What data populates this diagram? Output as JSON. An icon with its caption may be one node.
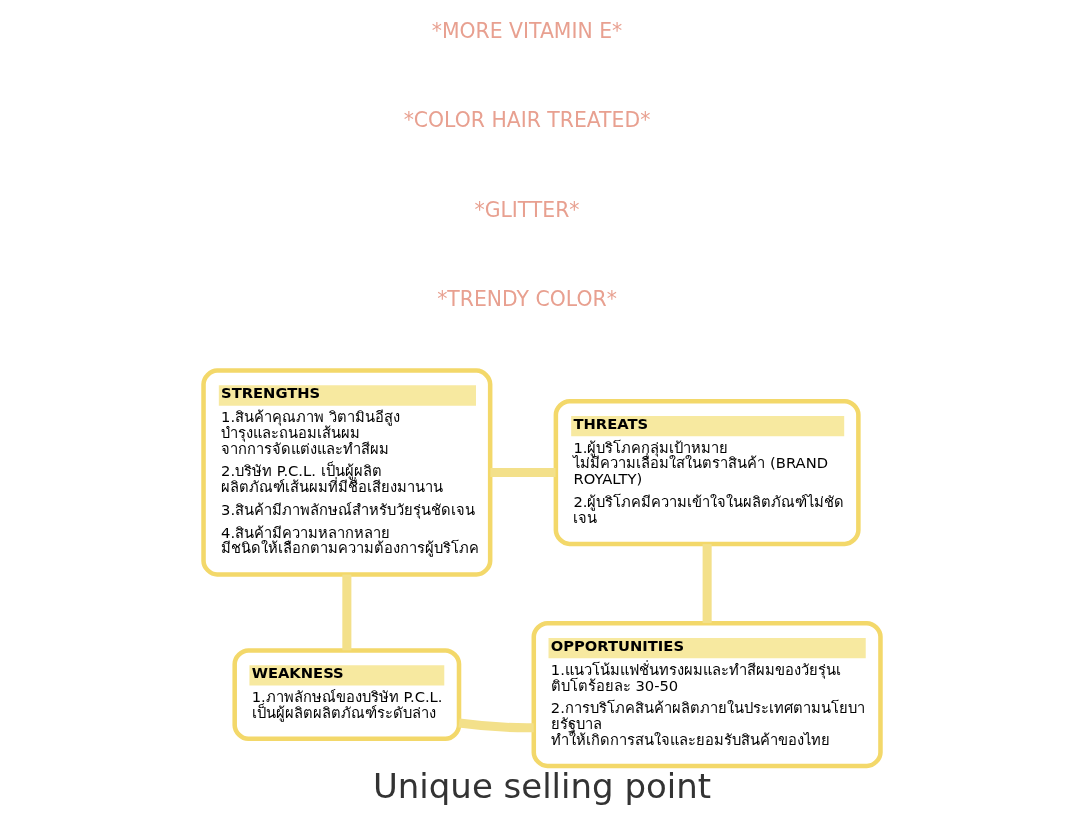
{
  "diagram": {
    "title": "Unique selling point",
    "nodes": [
      {
        "text": [
          "STRENGTHS",
          "1.สินค้าคุณภาพ วิตามินอีสูง บำรุงและถนอมเส้นผม จากการจัดแต่งและทำสีผม",
          "2.บริษัท P.C.L. เป็นผู้ผลิต ผลิตภัณฑ์เส้นผมที่มีชื่อเสียงมานาน",
          "3.สินค้ามีภาพลักษณ์สำหรับวัยรุ่นชัดเจน",
          "4.สินค้ามีความหลากหลาย มีชนิดให้เลือกตามความต้องการผู้บริโภค"
        ]
      },
      {
        "text": [
          "THREATS",
          "1.ผู้บริโภคกลุ่มเป้าหมาย ไม่มีความเลื่อมใสในตราสินค้า (BRAND ROYALTY)",
          "2.ผู้บริโภคมีความเข้าใจในผลิตภัณฑ์ไม่ชัดเจน"
        ]
      },
      {
        "text": [
          "OPPORTUNITIES",
          "1.แนวโน้มแฟชั่นทรงผมและทำสีผมของวัยรุ่นเติบโตร้อยละ 30-50",
          "2.การบริโภคสินค้าผลิตภายในประเทศตามนโยบายรัฐบาล ทำให้เกิดการสนใจและยอมรับสินค้าของไทย"
        ]
      },
      {
        "text": [
          "WEAKNESS",
          "1.ภาพลักษณ์ของบริษัท P.C.L. เป็นผู้ผลิตผลิตภัณฑ์ระดับล่าง"
        ]
      }
    ],
    "edges": [
      {
        "from": 0,
        "to": 1,
        "arrow": "none"
      },
      {
        "from": 1,
        "to": 2,
        "arrow": "none"
      },
      {
        "from": 0,
        "to": 3,
        "arrow": "none"
      },
      {
        "from": 3,
        "to": 2,
        "arrow": "none"
      }
    ],
    "labels": [
      "*MORE VITAMIN E*",
      "*COLOR HAIR TREATED*",
      "*GLITTER*",
      "*TRENDY COLOR*"
    ]
  }
}
